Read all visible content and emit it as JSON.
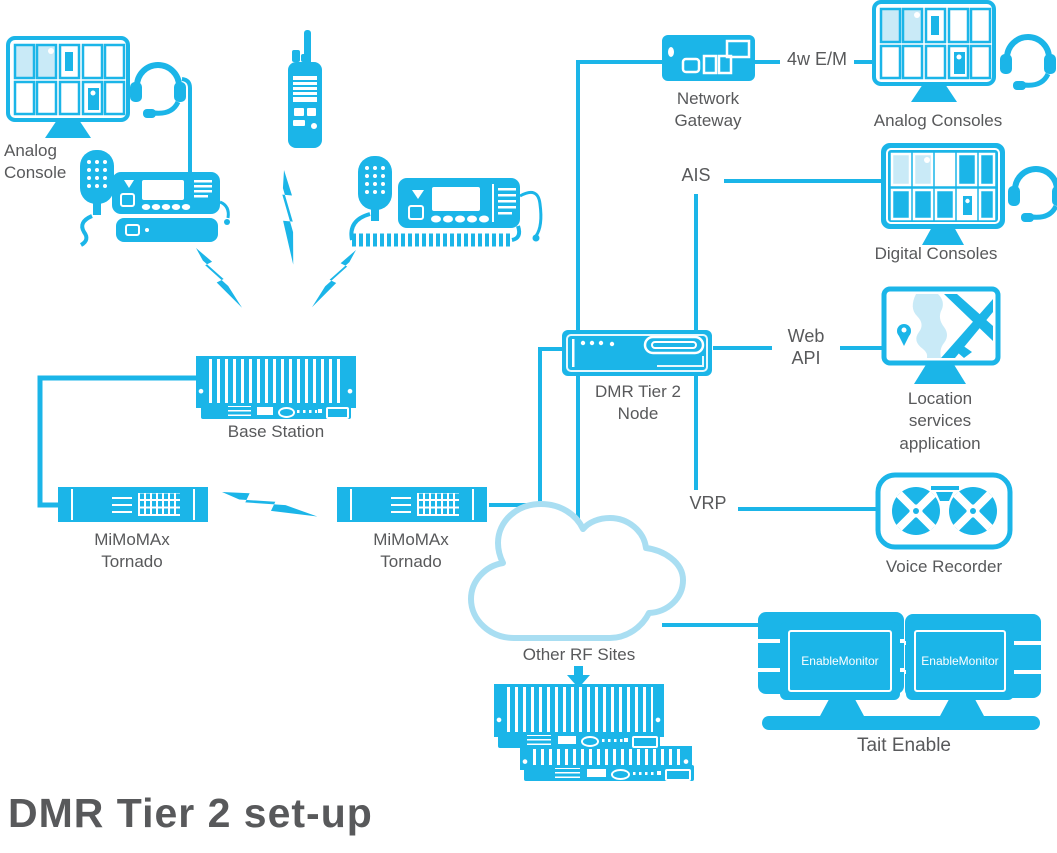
{
  "title": "DMR Tier 2 set-up",
  "colors": {
    "accent": "#1BB5E8",
    "cloud": "#A9DEF2",
    "pale": "#C9EAF7",
    "text": "#58595B"
  },
  "labels": {
    "analog_console": "Analog\nConsole",
    "network_gateway": "Network\nGateway",
    "analog_consoles": "Analog Consoles",
    "digital_consoles": "Digital Consoles",
    "dmr_node": "DMR Tier 2\nNode",
    "location_app": "Location\nservices\napplication",
    "voice_recorder": "Voice Recorder",
    "base_station": "Base Station",
    "tornado_1": "MiMoMAx\nTornado",
    "tornado_2": "MiMoMAx\nTornado",
    "other_rf_sites": "Other RF Sites",
    "tait_enable": "Tait Enable",
    "enable_monitor_1": "EnableMonitor",
    "enable_monitor_2": "EnableMonitor"
  },
  "link_labels": {
    "gateway_to_consoles": "4w E/M",
    "ais": "AIS",
    "web_api": "Web\nAPI",
    "vrp": "VRP"
  }
}
